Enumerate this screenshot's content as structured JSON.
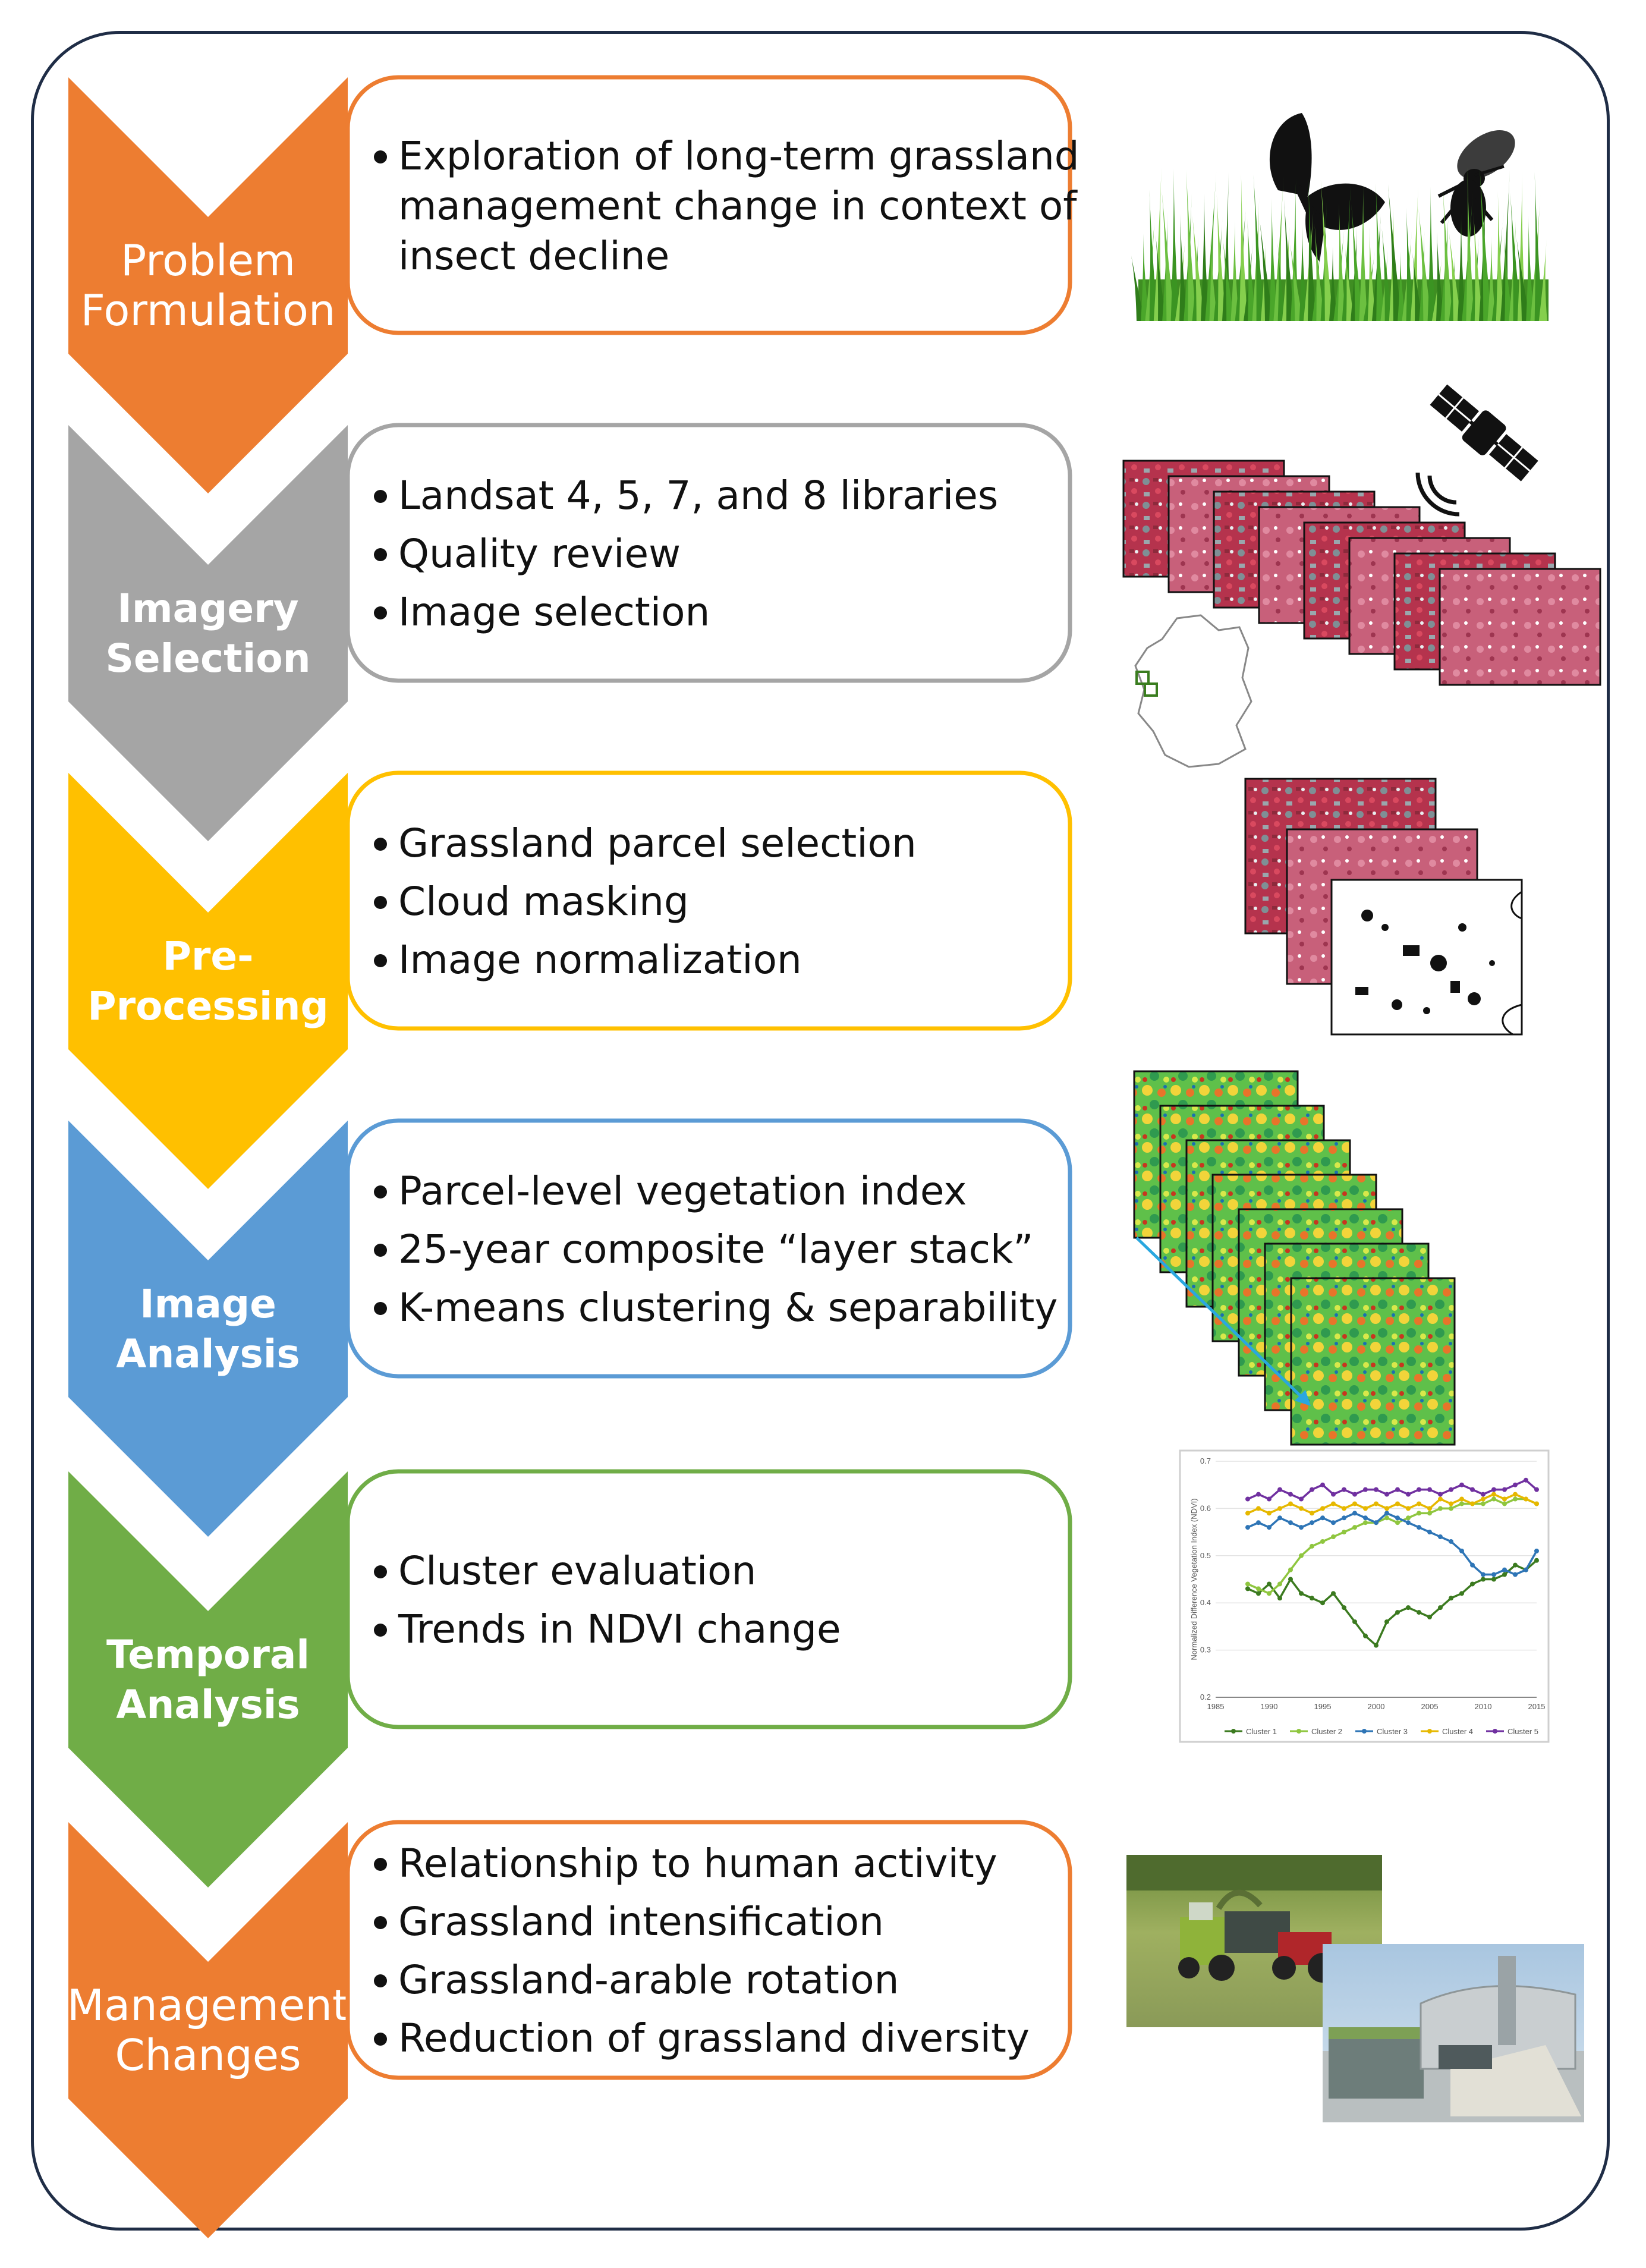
{
  "colors": {
    "frame": "#1f2d46",
    "orange": "#ed7d31",
    "gray": "#a5a5a5",
    "yellow": "#ffc000",
    "blue": "#5b9bd5",
    "green": "#70ad47"
  },
  "steps": [
    {
      "id": "problem",
      "label_lines": [
        "Problem",
        "Formulation"
      ],
      "label_weight": "normal",
      "color": "#ed7d31",
      "bullets": [
        "Exploration of long-term grassland management change in context of insect decline"
      ],
      "wrapped": [
        [
          "Exploration of long-term grassland",
          "management change in context of",
          "insect decline"
        ]
      ],
      "icons": [
        "butterfly-icon",
        "bee-icon",
        "grass-icon"
      ]
    },
    {
      "id": "imagery",
      "label_lines": [
        "Imagery",
        "Selection"
      ],
      "label_weight": "bold",
      "color": "#a5a5a5",
      "bullets": [
        "Landsat 4, 5, 7, and 8 libraries",
        "Quality review",
        "Image selection"
      ],
      "icons": [
        "satellite-icon",
        "germany-map-icon"
      ]
    },
    {
      "id": "preprocessing",
      "label_lines": [
        "Pre-",
        "Processing"
      ],
      "label_weight": "bold",
      "color": "#ffc000",
      "bullets": [
        "Grassland parcel selection",
        "Cloud masking",
        "Image normalization"
      ]
    },
    {
      "id": "image-analysis",
      "label_lines": [
        "Image",
        "Analysis"
      ],
      "label_weight": "bold",
      "color": "#5b9bd5",
      "bullets": [
        "Parcel-level vegetation index",
        "25-year composite “layer stack”",
        "K-means clustering & separability"
      ]
    },
    {
      "id": "temporal",
      "label_lines": [
        "Temporal",
        "Analysis"
      ],
      "label_weight": "bold",
      "color": "#70ad47",
      "bullets": [
        "Cluster evaluation",
        "Trends in NDVI change"
      ]
    },
    {
      "id": "management",
      "label_lines": [
        "Management",
        "Changes"
      ],
      "label_weight": "normal",
      "color": "#ed7d31",
      "bullets": [
        "Relationship to human activity",
        "Grassland intensification",
        "Grassland-arable rotation",
        "Reduction of grassland diversity"
      ]
    }
  ],
  "chart_data": {
    "type": "line",
    "ylabel": "Normalized Difference Vegetation Index (NDVI)",
    "xlim": [
      1985,
      2015
    ],
    "ylim": [
      0.2,
      0.7
    ],
    "x_ticks": [
      "1985",
      "1990",
      "1995",
      "2000",
      "2005",
      "2010",
      "2015"
    ],
    "y_ticks": [
      "0.2",
      "0.3",
      "0.4",
      "0.5",
      "0.6",
      "0.7"
    ],
    "x": [
      1988,
      1989,
      1990,
      1991,
      1992,
      1993,
      1994,
      1995,
      1996,
      1997,
      1998,
      1999,
      2000,
      2001,
      2002,
      2003,
      2004,
      2005,
      2006,
      2007,
      2008,
      2009,
      2010,
      2011,
      2012,
      2013,
      2014,
      2015
    ],
    "series": [
      {
        "name": "Cluster 1",
        "color": "#3b7a1f",
        "values": [
          0.43,
          0.42,
          0.44,
          0.41,
          0.45,
          0.42,
          0.41,
          0.4,
          0.42,
          0.39,
          0.36,
          0.33,
          0.31,
          0.36,
          0.38,
          0.39,
          0.38,
          0.37,
          0.39,
          0.41,
          0.42,
          0.44,
          0.45,
          0.45,
          0.46,
          0.48,
          0.47,
          0.49
        ]
      },
      {
        "name": "Cluster 2",
        "color": "#8fc63f",
        "values": [
          0.44,
          0.43,
          0.42,
          0.44,
          0.47,
          0.5,
          0.52,
          0.53,
          0.54,
          0.55,
          0.56,
          0.57,
          0.57,
          0.58,
          0.57,
          0.58,
          0.59,
          0.59,
          0.6,
          0.6,
          0.61,
          0.61,
          0.61,
          0.62,
          0.61,
          0.62,
          0.62,
          0.61
        ]
      },
      {
        "name": "Cluster 3",
        "color": "#2e75b6",
        "values": [
          0.56,
          0.57,
          0.56,
          0.58,
          0.57,
          0.56,
          0.57,
          0.58,
          0.57,
          0.58,
          0.59,
          0.58,
          0.57,
          0.59,
          0.58,
          0.57,
          0.56,
          0.55,
          0.54,
          0.53,
          0.51,
          0.48,
          0.46,
          0.46,
          0.47,
          0.46,
          0.47,
          0.51
        ]
      },
      {
        "name": "Cluster 4",
        "color": "#e6b800",
        "values": [
          0.59,
          0.6,
          0.59,
          0.6,
          0.61,
          0.6,
          0.59,
          0.6,
          0.61,
          0.6,
          0.61,
          0.6,
          0.61,
          0.6,
          0.61,
          0.6,
          0.61,
          0.6,
          0.62,
          0.61,
          0.62,
          0.61,
          0.62,
          0.63,
          0.62,
          0.63,
          0.62,
          0.61
        ]
      },
      {
        "name": "Cluster 5",
        "color": "#7030a0",
        "values": [
          0.62,
          0.63,
          0.62,
          0.64,
          0.63,
          0.62,
          0.64,
          0.65,
          0.63,
          0.64,
          0.63,
          0.64,
          0.64,
          0.63,
          0.64,
          0.63,
          0.64,
          0.64,
          0.63,
          0.64,
          0.65,
          0.64,
          0.63,
          0.64,
          0.64,
          0.65,
          0.66,
          0.64
        ]
      }
    ]
  }
}
